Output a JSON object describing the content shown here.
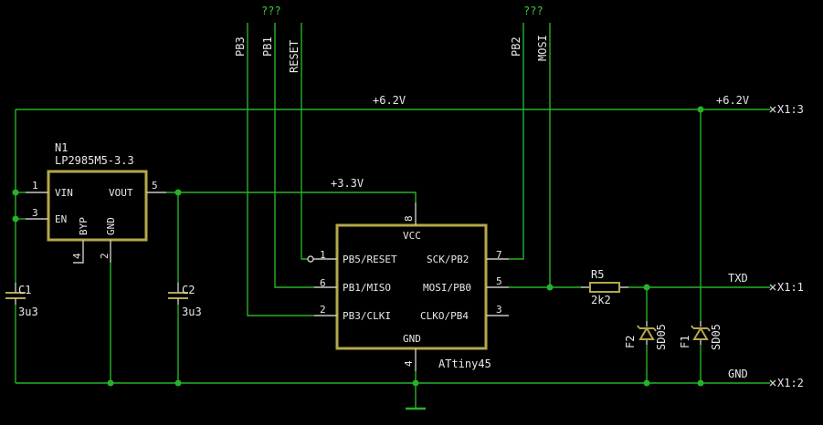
{
  "diagram": {
    "nets": {
      "v62_top": "+6.2V",
      "v62_right": "+6.2V",
      "v33": "+3.3V",
      "txd": "TXD",
      "gnd": "GND"
    },
    "connectors": {
      "x1_3": "X1:3",
      "x1_1": "X1:1",
      "x1_2": "X1:2"
    },
    "unknown_marks": [
      "???",
      "???"
    ],
    "signals_top": {
      "pb3": "PB3",
      "pb1": "PB1",
      "reset": "RESET",
      "pb2": "PB2",
      "mosi": "MOSI"
    },
    "regulator": {
      "ref": "N1",
      "part": "LP2985M5-3.3",
      "pins": {
        "vin": "VIN",
        "en": "EN",
        "byp": "BYP",
        "gnd": "GND",
        "vout": "VOUT"
      },
      "numbers": {
        "vin": "1",
        "en": "3",
        "byp": "4",
        "gnd": "2",
        "vout": "5"
      }
    },
    "mcu": {
      "part": "ATtiny45",
      "pins": {
        "vcc": "VCC",
        "gnd": "GND",
        "pb5": "PB5/RESET",
        "pb1": "PB1/MISO",
        "pb3": "PB3/CLKI",
        "pb2": "SCK/PB2",
        "pb0": "MOSI/PB0",
        "pb4": "CLKO/PB4"
      },
      "numbers": {
        "vcc": "8",
        "gnd": "4",
        "pb5": "1",
        "pb1": "6",
        "pb3": "2",
        "pb2": "7",
        "pb0": "5",
        "pb4": "3"
      }
    },
    "capacitors": [
      {
        "ref": "C1",
        "value": "3u3"
      },
      {
        "ref": "C2",
        "value": "3u3"
      }
    ],
    "resistor": {
      "ref": "R5",
      "value": "2k2"
    },
    "diodes": [
      {
        "ref": "F2",
        "value": "SD05"
      },
      {
        "ref": "F1",
        "value": "SD05"
      }
    ]
  }
}
